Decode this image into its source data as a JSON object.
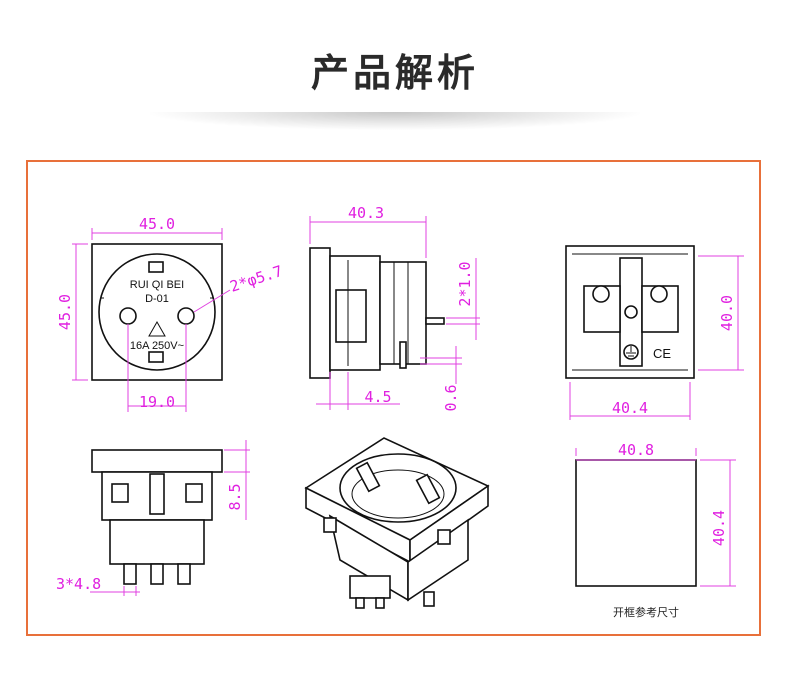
{
  "header": {
    "title": "产品解析"
  },
  "dims": {
    "front_width": "45.0",
    "front_height": "45.0",
    "hole_dia": "2*φ5.7",
    "pin_spacing": "19.0",
    "side_width": "40.3",
    "pin_thick": "2*1.0",
    "clip": "4.5",
    "pin_off": "0.6",
    "back_height": "40.0",
    "back_width": "40.4",
    "bottom_height": "8.5",
    "terminals": "3*4.8",
    "cut_width": "40.8",
    "cut_height": "40.4"
  },
  "face": {
    "brand": "RUI QI BEI",
    "model": "D-01",
    "rating": "16A  250V~"
  },
  "back": {
    "ce": "CE"
  },
  "cutout": {
    "note": "开框参考尺寸"
  },
  "colors": {
    "frame": "#e8703a",
    "dimension": "#e020e0"
  }
}
